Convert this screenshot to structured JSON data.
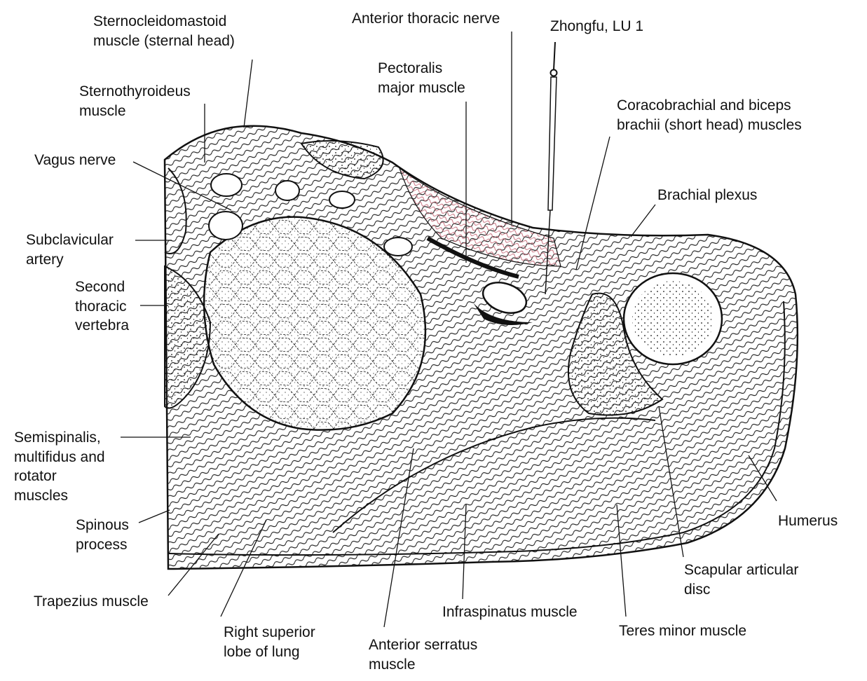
{
  "labels": {
    "sternocleidomastoid": [
      "Sternocleidomastoid",
      "muscle (sternal head)"
    ],
    "anterior_thoracic_nerve": [
      "Anterior thoracic nerve"
    ],
    "zhongfu": [
      "Zhongfu, LU 1"
    ],
    "pectoralis": [
      "Pectoralis",
      "major muscle"
    ],
    "coracobrachial": [
      "Coracobrachial and biceps",
      "brachii (short head) muscles"
    ],
    "sternothyroideus": [
      "Sternothyroideus",
      "muscle"
    ],
    "brachial_plexus": [
      "Brachial plexus"
    ],
    "vagus_nerve": [
      "Vagus nerve"
    ],
    "subclavicular_artery": [
      "Subclavicular",
      "artery"
    ],
    "second_thoracic_vertebra": [
      "Second",
      "thoracic",
      "vertebra"
    ],
    "semispinalis": [
      "Semispinalis,",
      "multifidus and",
      "rotator",
      "muscles"
    ],
    "spinous_process": [
      "Spinous",
      "process"
    ],
    "trapezius": [
      "Trapezius muscle"
    ],
    "right_superior_lobe": [
      "Right superior",
      "lobe of lung"
    ],
    "anterior_serratus": [
      "Anterior serratus",
      "muscle"
    ],
    "infraspinatus": [
      "Infraspinatus muscle"
    ],
    "teres_minor": [
      "Teres minor muscle"
    ],
    "scapular_articular_disc": [
      "Scapular articular",
      "disc"
    ],
    "humerus": [
      "Humerus"
    ]
  },
  "colors": {
    "ink": "#111111",
    "pectoralis_tint": "#d9a0a8"
  }
}
